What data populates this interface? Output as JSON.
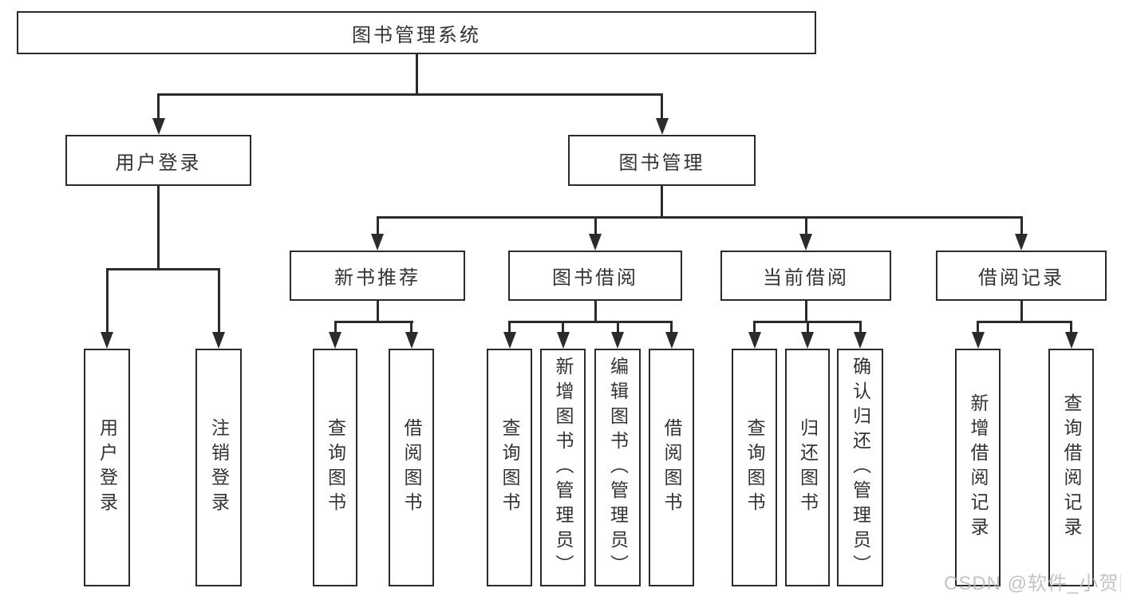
{
  "tree": {
    "root": "图书管理系统",
    "branches": {
      "user_login": {
        "label": "用户登录",
        "children": [
          "用户登录",
          "注销登录"
        ]
      },
      "book_mgmt": {
        "label": "图书管理",
        "sections": {
          "new_book": {
            "label": "新书推荐",
            "children": [
              "查询图书",
              "借阅图书"
            ]
          },
          "book_borrow": {
            "label": "图书借阅",
            "children": [
              "查询图书",
              "新增图书（管理员）",
              "编辑图书（管理员）",
              "借阅图书"
            ]
          },
          "current_borrow": {
            "label": "当前借阅",
            "children": [
              "查询图书",
              "归还图书",
              "确认归还（管理员）"
            ]
          },
          "borrow_record": {
            "label": "借阅记录",
            "children": [
              "新增借阅记录",
              "查询借阅记录"
            ]
          }
        }
      }
    }
  },
  "colors": {
    "line": "#2b2b2b",
    "text": "#333333",
    "watermark_text": "#b9b9b9"
  },
  "watermark": "CSDN @软件_小贺同学"
}
